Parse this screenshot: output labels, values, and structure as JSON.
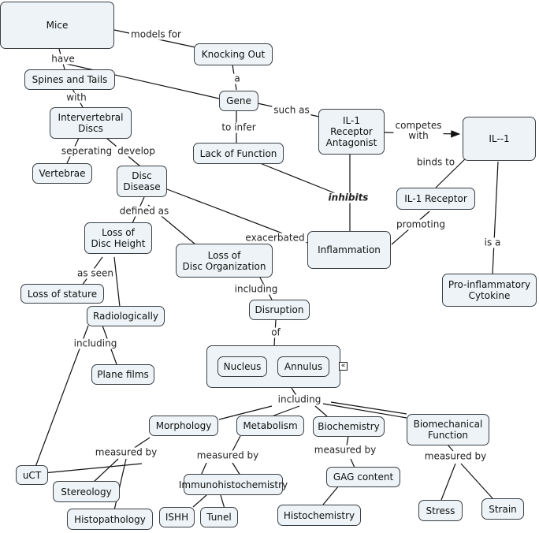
{
  "concepts": {
    "mice": "Mice",
    "knocking_out": "Knocking Out",
    "spines_tails": "Spines and Tails",
    "gene": "Gene",
    "il1_antagonist": "IL-1\nReceptor\nAntagonist",
    "il1": "IL--1",
    "iv_discs": "Intervertebral\nDiscs",
    "lack_function": "Lack of Function",
    "vertebrae": "Vertebrae",
    "disc_disease": "Disc\nDisease",
    "il1_receptor": "IL-1 Receptor",
    "loss_height": "Loss of\nDisc Height",
    "inflammation": "Inflammation",
    "loss_org": "Loss of\nDisc Organization",
    "proinflam": "Pro-inflammatory\nCytokine",
    "loss_stature": "Loss of stature",
    "radiologically": "Radiologically",
    "disruption": "Disruption",
    "nucleus": "Nucleus",
    "annulus": "Annulus",
    "plane_films": "Plane films",
    "morphology": "Morphology",
    "metabolism": "Metabolism",
    "biochemistry": "Biochemistry",
    "biomech": "Biomechanical\nFunction",
    "uct": "uCT",
    "stereology": "Stereology",
    "immuno": "Immunohistochemistry",
    "gag": "GAG content",
    "histopath": "Histopathology",
    "ishh": "ISHH",
    "tunel": "Tunel",
    "histochem": "Histochemistry",
    "stress": "Stress",
    "strain": "Strain"
  },
  "links": {
    "models_for": "models for",
    "have": "have",
    "a": "a",
    "with": "with",
    "such_as": "such as",
    "competes_with": "competes\nwith",
    "to_infer": "to infer",
    "seperating": "seperating",
    "develop": "develop",
    "binds_to": "binds to",
    "inhibits": "inhibits",
    "defined_as": "defined as",
    "promoting": "promoting",
    "exacerbated": "exacerbated",
    "is_a": "is a",
    "as_seen": "as seen",
    "including_1": "including",
    "of": "of",
    "including_2": "including",
    "including_3": "including",
    "measured_by_1": "measured by",
    "measured_by_2": "measured by",
    "measured_by_3": "measured by",
    "measured_by_4": "measured by"
  },
  "colors": {
    "node_fill": "#edf3f6",
    "node_border": "#3a3f44",
    "line": "#111111"
  },
  "icons": {
    "collapse": "collapse-double-chevron-left-icon",
    "arrow": "arrowhead-icon"
  }
}
